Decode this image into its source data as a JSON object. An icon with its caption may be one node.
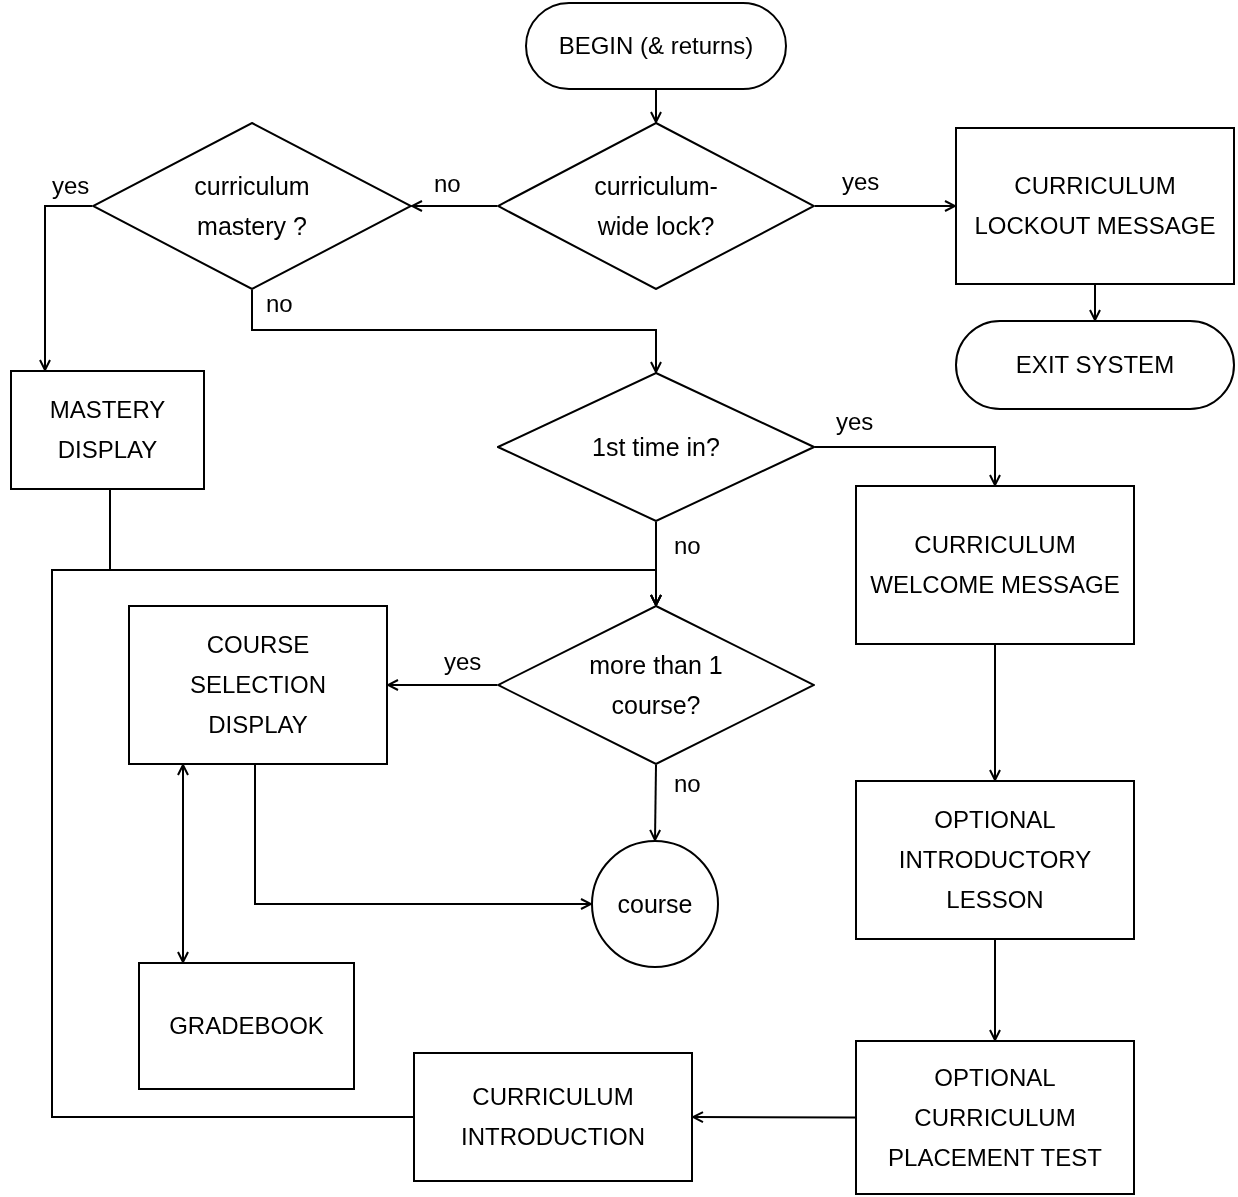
{
  "diagram": {
    "nodes": [
      {
        "text": [
          "BEGIN (& returns)"
        ]
      },
      {
        "text": [
          "curriculum- wide lock?"
        ]
      },
      {
        "text": [
          "curriculum mastery ?"
        ]
      },
      {
        "text": [
          "CURRICULUM LOCKOUT MESSAGE"
        ]
      },
      {
        "text": [
          "EXIT SYSTEM"
        ]
      },
      {
        "text": [
          "MASTERY DISPLAY"
        ]
      },
      {
        "text": [
          "1st time in?"
        ]
      },
      {
        "text": [
          "CURRICULUM WELCOME MESSAGE"
        ]
      },
      {
        "text": [
          "COURSE SELECTION DISPLAY"
        ]
      },
      {
        "text": [
          "more than 1 course?"
        ]
      },
      {
        "text": [
          "course"
        ]
      },
      {
        "text": [
          "OPTIONAL INTRODUCTORY LESSON"
        ]
      },
      {
        "text": [
          "GRADEBOOK"
        ]
      },
      {
        "text": [
          "CURRICULUM INTRODUCTION"
        ]
      },
      {
        "text": [
          "OPTIONAL CURRICULUM PLACEMENT TEST"
        ]
      }
    ],
    "edges": [
      {
        "from": 0,
        "to": 1,
        "arrow": "to"
      },
      {
        "from": 1,
        "to": 2,
        "arrow": "to",
        "label": "no"
      },
      {
        "from": 1,
        "to": 3,
        "arrow": "to",
        "label": "yes"
      },
      {
        "from": 3,
        "to": 4,
        "arrow": "to"
      },
      {
        "from": 2,
        "to": 5,
        "arrow": "to",
        "label": "yes"
      },
      {
        "from": 2,
        "to": 6,
        "arrow": "to",
        "label": "no"
      },
      {
        "from": 6,
        "to": 7,
        "arrow": "to",
        "label": "yes"
      },
      {
        "from": 6,
        "to": 9,
        "arrow": "to",
        "label": "no"
      },
      {
        "from": 5,
        "to": 9,
        "arrow": "to"
      },
      {
        "from": 13,
        "to": 9,
        "arrow": "to"
      },
      {
        "from": 9,
        "to": 8,
        "arrow": "to",
        "label": "yes"
      },
      {
        "from": 9,
        "to": 10,
        "arrow": "to",
        "label": "no"
      },
      {
        "from": 8,
        "to": 10,
        "arrow": "to"
      },
      {
        "from": 8,
        "to": 12,
        "arrow": "both"
      },
      {
        "from": 7,
        "to": 11,
        "arrow": "to"
      },
      {
        "from": 11,
        "to": 14,
        "arrow": "to"
      },
      {
        "from": 14,
        "to": 13,
        "arrow": "to"
      }
    ]
  }
}
